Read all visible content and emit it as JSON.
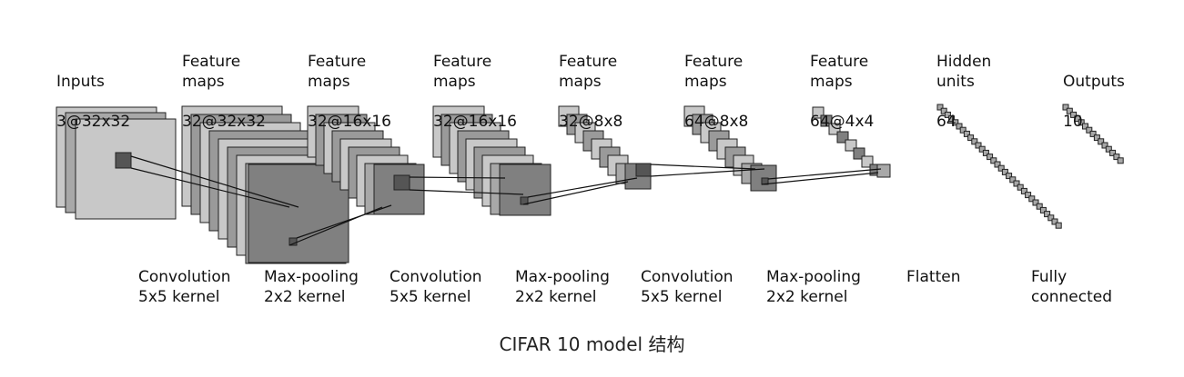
{
  "layers": [
    {
      "line1": "Inputs",
      "line2": "3@32x32"
    },
    {
      "line1": "Feature\nmaps",
      "line2": "32@32x32"
    },
    {
      "line1": "Feature\nmaps",
      "line2": "32@16x16"
    },
    {
      "line1": "Feature\nmaps",
      "line2": "32@16x16"
    },
    {
      "line1": "Feature\nmaps",
      "line2": "32@8x8"
    },
    {
      "line1": "Feature\nmaps",
      "line2": "64@8x8"
    },
    {
      "line1": "Feature\nmaps",
      "line2": "64@4x4"
    },
    {
      "line1": "Hidden\nunits",
      "line2": "64"
    },
    {
      "line1": "Outputs",
      "line2": "10"
    }
  ],
  "operations": [
    {
      "text": "Convolution\n5x5 kernel"
    },
    {
      "text": "Max-pooling\n2x2 kernel"
    },
    {
      "text": "Convolution\n5x5 kernel"
    },
    {
      "text": "Max-pooling\n2x2 kernel"
    },
    {
      "text": "Convolution\n5x5 kernel"
    },
    {
      "text": "Max-pooling\n2x2 kernel"
    },
    {
      "text": "Flatten"
    },
    {
      "text": "Fully\nconnected"
    }
  ],
  "caption": "CIFAR 10 model 结构",
  "colors": {
    "map_light": "#c8c8c8",
    "map_mid": "#a8a8a8",
    "map_dark": "#808080",
    "kernel": "#555555"
  }
}
